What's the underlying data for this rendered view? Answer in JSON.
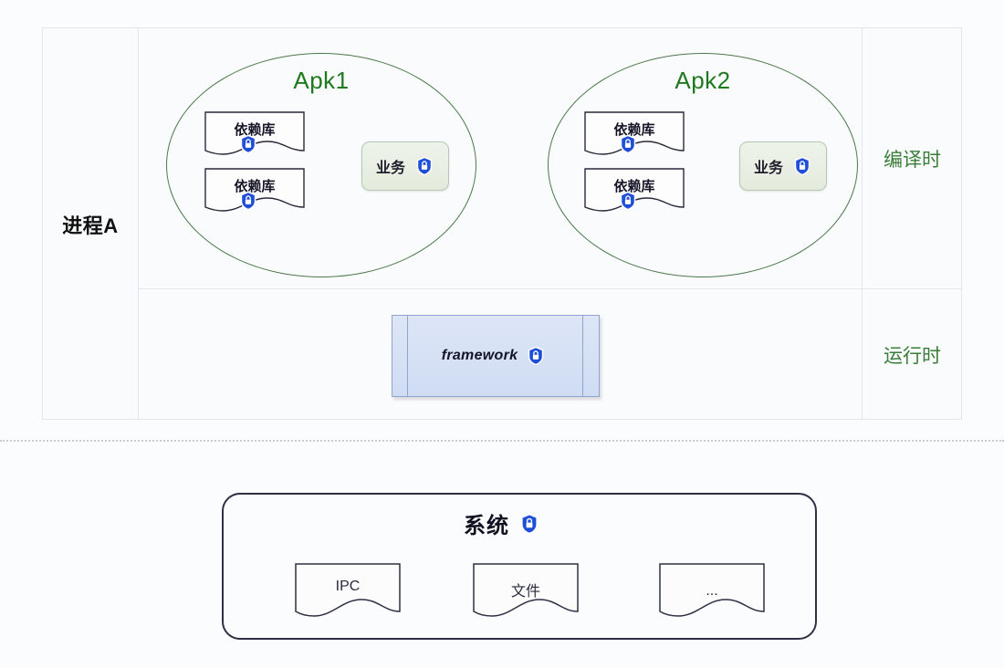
{
  "diagram": {
    "process": {
      "label": "进程A"
    },
    "phases": [
      {
        "id": "compile",
        "label": "编译时"
      },
      {
        "id": "runtime",
        "label": "运行时"
      }
    ],
    "apks": [
      {
        "title": "Apk1",
        "dependencies": [
          {
            "label": "依赖库",
            "icon": "lock-shield-icon"
          },
          {
            "label": "依赖库",
            "icon": "lock-shield-icon"
          }
        ],
        "business": {
          "label": "业务",
          "icon": "lock-shield-icon"
        }
      },
      {
        "title": "Apk2",
        "dependencies": [
          {
            "label": "依赖库",
            "icon": "lock-shield-icon"
          },
          {
            "label": "依赖库",
            "icon": "lock-shield-icon"
          }
        ],
        "business": {
          "label": "业务",
          "icon": "lock-shield-icon"
        }
      }
    ],
    "framework": {
      "label": "framework",
      "icon": "lock-shield-icon"
    },
    "system": {
      "title": "系统",
      "icon": "lock-shield-icon",
      "modules": [
        {
          "label": "IPC"
        },
        {
          "label": "文件"
        },
        {
          "label": "..."
        }
      ]
    }
  },
  "colors": {
    "apk_outline": "#4c7a4c",
    "apk_title": "#1f7a1f",
    "phase_label": "#3a7d3a",
    "lock_blue": "#1f4fd8",
    "framework_fill": "#cfdcf3",
    "business_fill": "#e6ecdd",
    "system_border": "#2e2e45",
    "table_border": "#e3e7ea",
    "background": "#fbfcfd"
  }
}
